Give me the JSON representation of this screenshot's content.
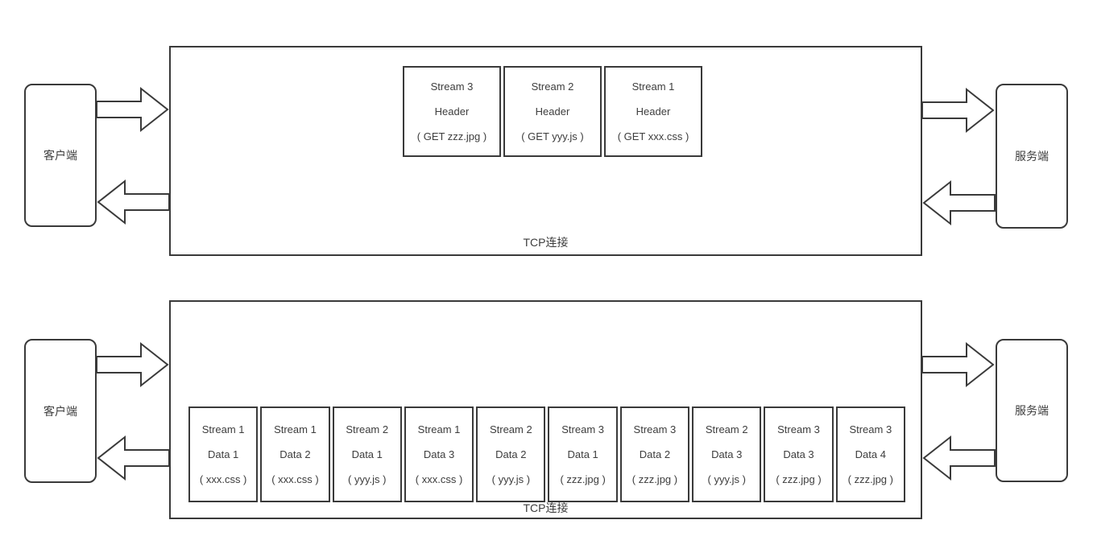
{
  "colors": {
    "stroke": "#3a3a3a",
    "text": "#3d3d3d",
    "background": "#ffffff"
  },
  "top_diagram": {
    "client_label": "客户端",
    "server_label": "服务端",
    "tcp_label": "TCP连接",
    "cells": [
      {
        "stream": "Stream 3",
        "type": "Header",
        "file": "( GET zzz.jpg )"
      },
      {
        "stream": "Stream 2",
        "type": "Header",
        "file": "( GET yyy.js )"
      },
      {
        "stream": "Stream 1",
        "type": "Header",
        "file": "( GET xxx.css )"
      }
    ]
  },
  "bottom_diagram": {
    "client_label": "客户端",
    "server_label": "服务端",
    "tcp_label": "TCP连接",
    "cells": [
      {
        "stream": "Stream 1",
        "type": "Data 1",
        "file": "( xxx.css )"
      },
      {
        "stream": "Stream 1",
        "type": "Data 2",
        "file": "( xxx.css )"
      },
      {
        "stream": "Stream 2",
        "type": "Data 1",
        "file": "( yyy.js )"
      },
      {
        "stream": "Stream 1",
        "type": "Data 3",
        "file": "( xxx.css )"
      },
      {
        "stream": "Stream 2",
        "type": "Data 2",
        "file": "( yyy.js )"
      },
      {
        "stream": "Stream 3",
        "type": "Data 1",
        "file": "( zzz.jpg )"
      },
      {
        "stream": "Stream 3",
        "type": "Data 2",
        "file": "( zzz.jpg )"
      },
      {
        "stream": "Stream 2",
        "type": "Data 3",
        "file": "( yyy.js )"
      },
      {
        "stream": "Stream 3",
        "type": "Data 3",
        "file": "( zzz.jpg )"
      },
      {
        "stream": "Stream 3",
        "type": "Data 4",
        "file": "( zzz.jpg )"
      }
    ]
  }
}
